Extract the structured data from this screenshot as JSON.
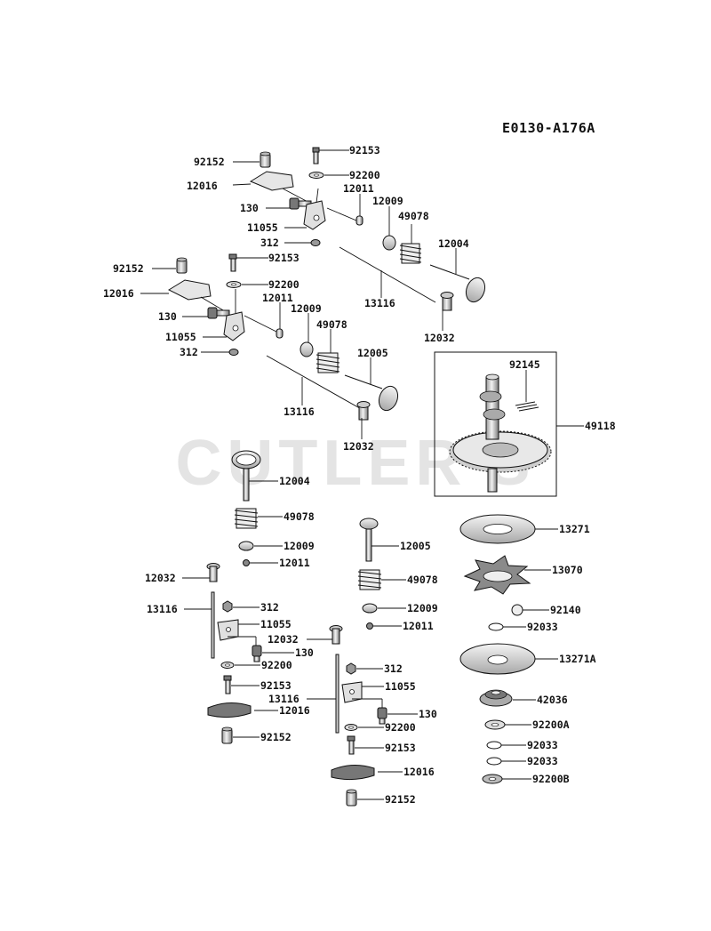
{
  "diagram_code": "E0130-A176A",
  "watermark": "CUTLER'S",
  "colors": {
    "line": "#111111",
    "part_fill": "#dddddd",
    "dark_fill": "#555555",
    "watermark": "#e4e4e4"
  },
  "labels": {
    "upper_rocker": {
      "p92153": "92153",
      "p92152": "92152",
      "p92200": "92200",
      "p12016": "12016",
      "p12011": "12011",
      "p130": "130",
      "p12009": "12009",
      "p49078": "49078",
      "p11055": "11055",
      "p12004": "12004",
      "p312": "312",
      "p13116": "13116",
      "p12032": "12032"
    },
    "middle_rocker": {
      "p92152": "92152",
      "p92153": "92153",
      "p12016": "12016",
      "p92200": "92200",
      "p12011": "12011",
      "p130": "130",
      "p12009": "12009",
      "p11055": "11055",
      "p49078": "49078",
      "p312": "312",
      "p12005": "12005",
      "p13116": "13116",
      "p12032": "12032"
    },
    "camshaft": {
      "p92145": "92145",
      "p49118": "49118"
    },
    "exploded_valve_1": {
      "p12004": "12004",
      "p49078": "49078",
      "p12009": "12009",
      "p12011": "12011"
    },
    "exploded_valve_2": {
      "p12005": "12005",
      "p49078": "49078",
      "p12009": "12009",
      "p12011": "12011"
    },
    "exploded_rocker_left": {
      "p12032": "12032",
      "p13116": "13116",
      "p312": "312",
      "p11055": "11055",
      "p130": "130",
      "p92200": "92200",
      "p92153": "92153",
      "p12016": "12016",
      "p92152": "92152"
    },
    "exploded_rocker_right": {
      "p12032": "12032",
      "p312": "312",
      "p11055": "11055",
      "p13116": "13116",
      "p130": "130",
      "p92200": "92200",
      "p92153": "92153",
      "p12016": "12016",
      "p92152": "92152"
    },
    "governor": {
      "p13271": "13271",
      "p13070": "13070",
      "p92140": "92140",
      "p92033a": "92033",
      "p13271A": "13271A",
      "p42036": "42036",
      "p92200A": "92200A",
      "p92033b": "92033",
      "p92033c": "92033",
      "p92200B": "92200B"
    }
  }
}
